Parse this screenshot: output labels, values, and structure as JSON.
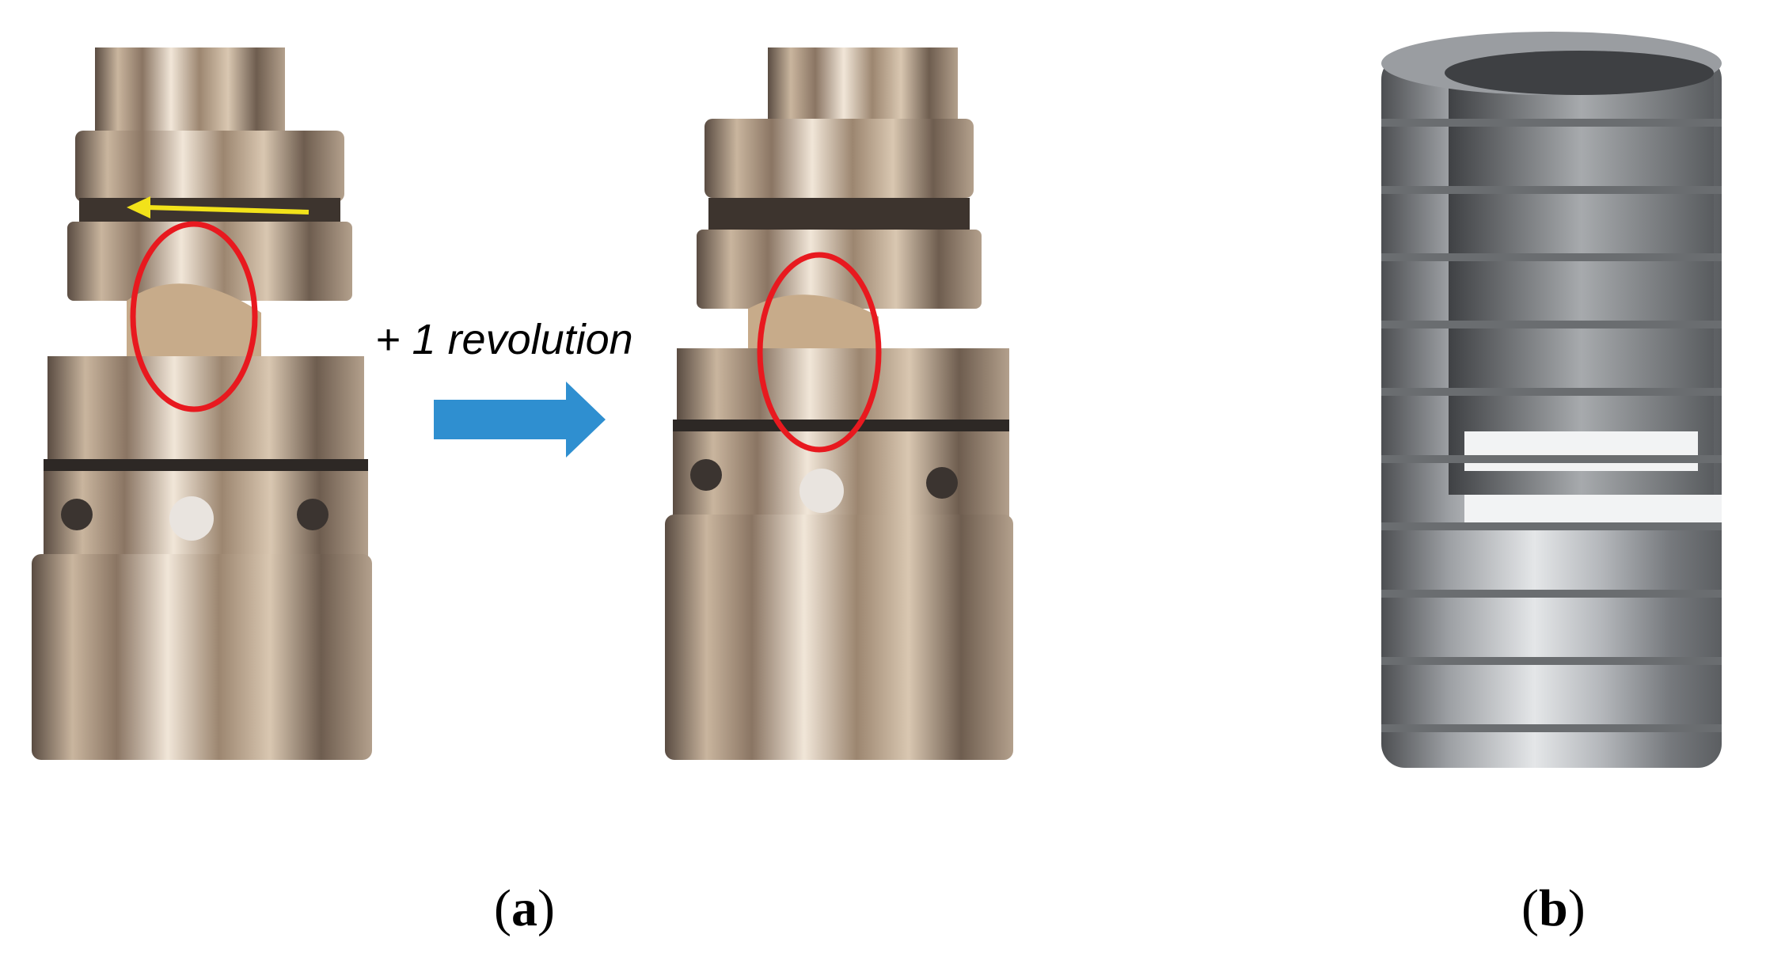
{
  "caption": "+ 1 revolution",
  "labels": {
    "a": "a",
    "b": "b"
  },
  "colors": {
    "highlight": "#e8191f",
    "rotation_arrow": "#f2e21a",
    "transition_arrow": "#2f8fd0"
  }
}
